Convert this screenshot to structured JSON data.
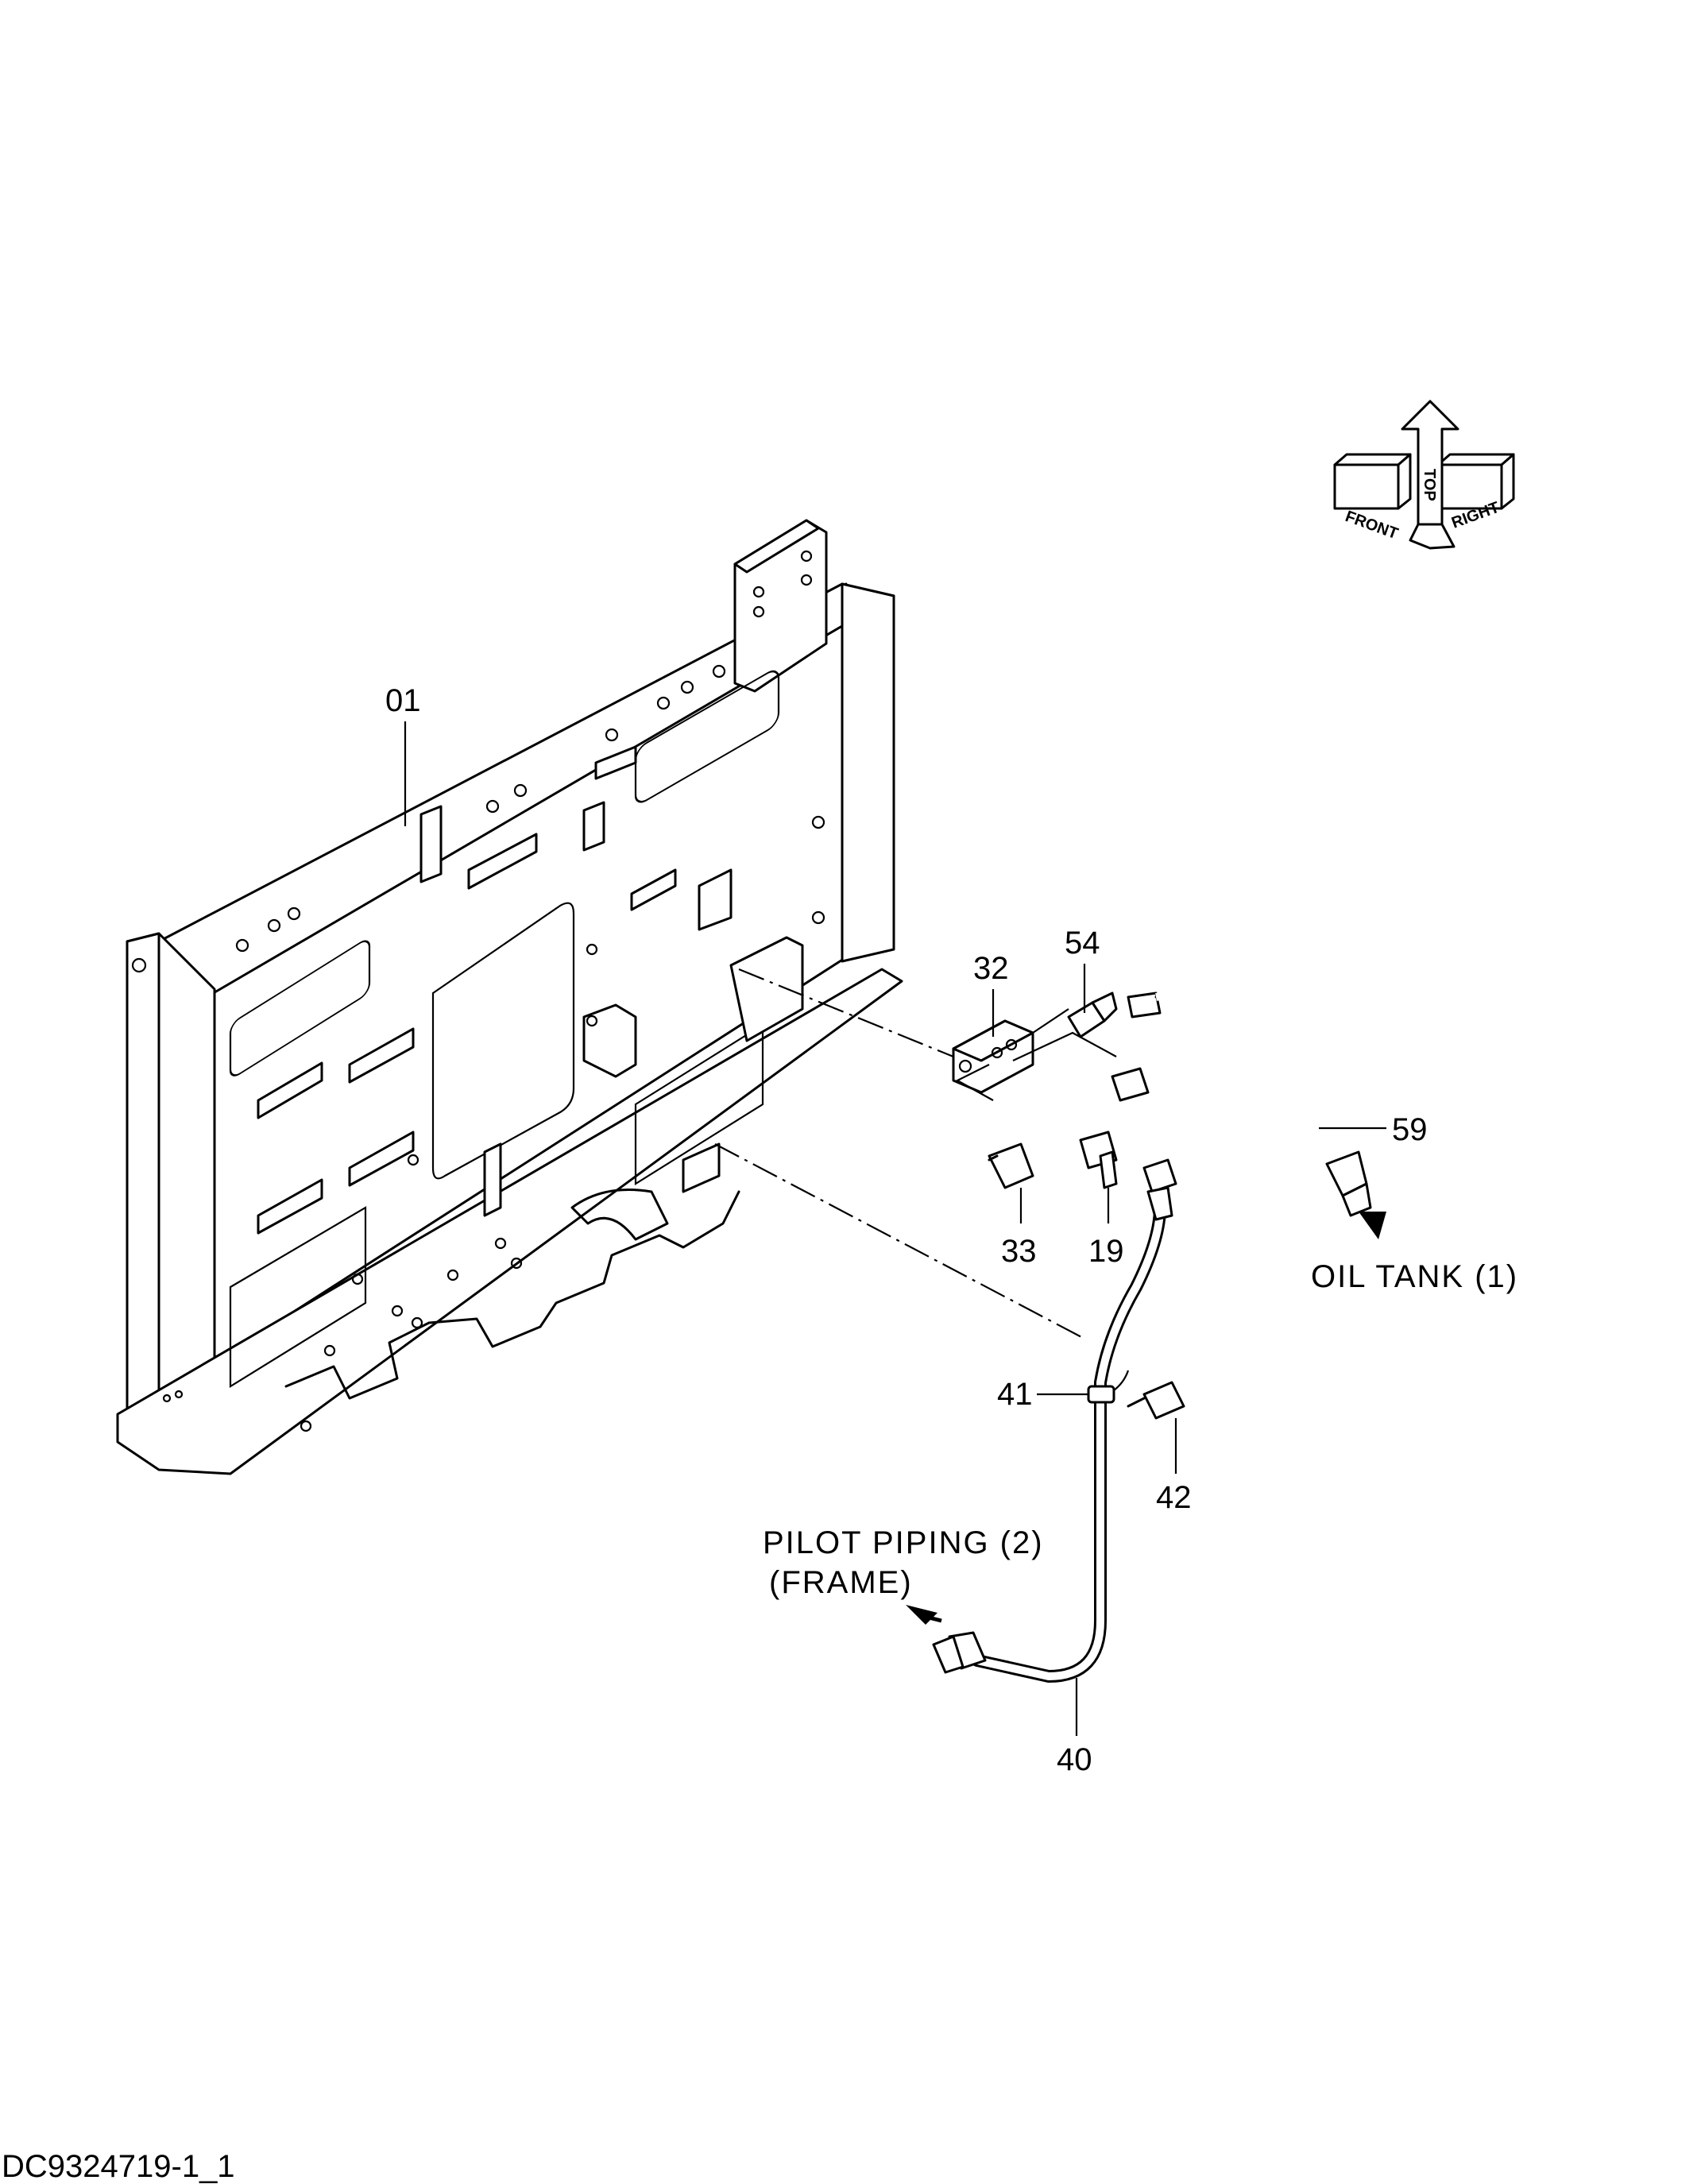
{
  "drawing": {
    "code": "DC9324719-1_1",
    "callouts": {
      "p01": "01",
      "p32": "32",
      "p54": "54",
      "p59": "59",
      "p33": "33",
      "p19": "19",
      "p41": "41",
      "p42": "42",
      "p40": "40"
    },
    "notes": {
      "oil_tank": "OIL TANK (1)",
      "pilot_piping_line1": "PILOT PIPING (2)",
      "pilot_piping_line2": "(FRAME)"
    },
    "orientation": {
      "front": "FRONT",
      "top": "TOP",
      "right": "RIGHT"
    }
  }
}
